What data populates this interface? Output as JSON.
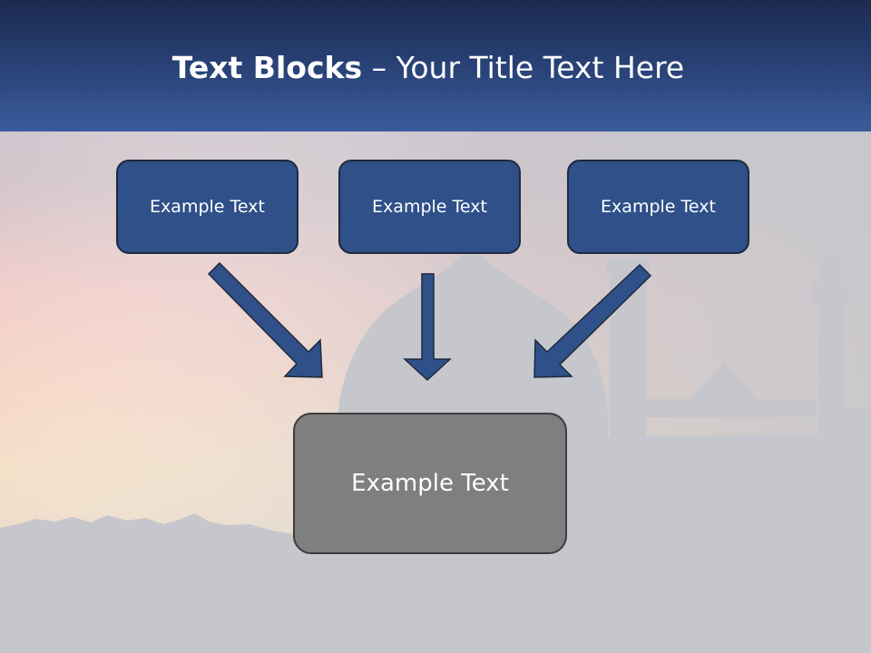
{
  "title": {
    "bold": "Text Blocks",
    "separator": " – ",
    "rest": "Your Title Text Here"
  },
  "boxes": {
    "top_1": "Example Text",
    "top_2": "Example Text",
    "top_3": "Example Text",
    "main": "Example Text"
  },
  "colors": {
    "header": "#2c4a86",
    "box_blue": "#2f5089",
    "box_gray": "#7f7f7f",
    "arrow": "#2f5089",
    "background": "#c6c7cc"
  }
}
